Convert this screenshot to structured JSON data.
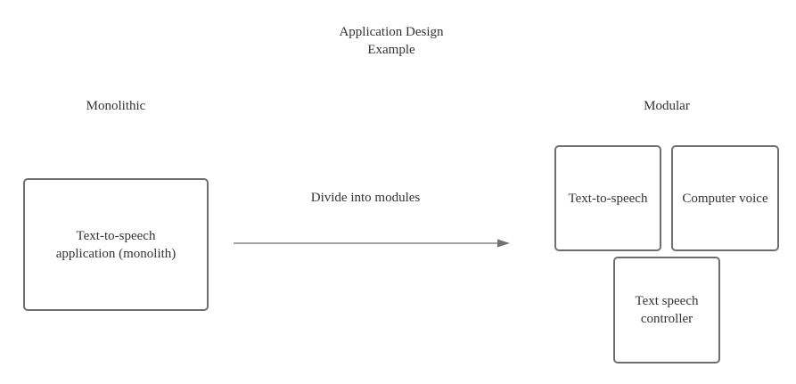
{
  "title": {
    "line1": "Application Design",
    "line2": "Example"
  },
  "monolithic": {
    "heading": "Monolithic",
    "box_text": "Text-to-speech\napplication (monolith)"
  },
  "arrow": {
    "label": "Divide into modules"
  },
  "modular": {
    "heading": "Modular",
    "modules": [
      {
        "text": "Text-to-speech"
      },
      {
        "text": "Computer voice"
      },
      {
        "text": "Text speech\ncontroller"
      }
    ]
  },
  "colors": {
    "stroke": "#6f6f6f",
    "text": "#333333",
    "background": "#ffffff"
  }
}
